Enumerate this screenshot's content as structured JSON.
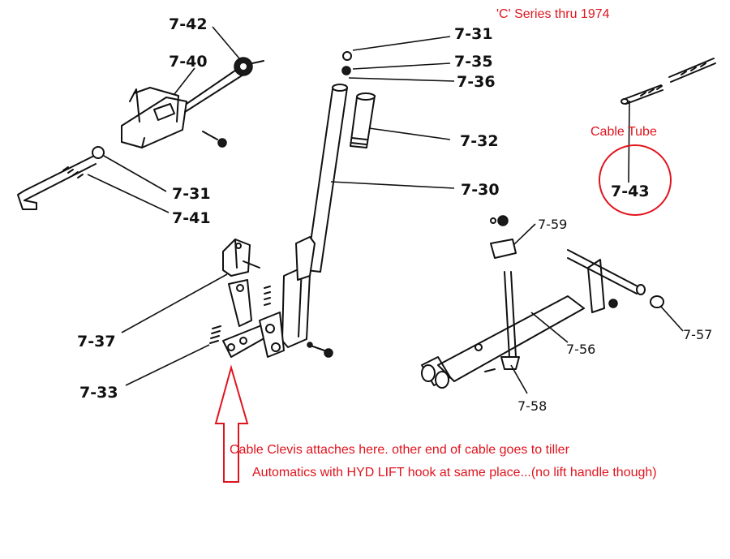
{
  "notes": {
    "series": "'C' Series thru 1974",
    "cable_tube": "Cable Tube",
    "clevis_line1": "Cable Clevis attaches here.  other end of cable goes to tiller",
    "clevis_line2": "Automatics with HYD LIFT hook at same place...(no lift handle though)"
  },
  "part_labels": {
    "p7_42": "7-42",
    "p7_40": "7-40",
    "p7_31_top": "7-31",
    "p7_35": "7-35",
    "p7_36": "7-36",
    "p7_32": "7-32",
    "p7_30": "7-30",
    "p7_31_left": "7-31",
    "p7_41": "7-41",
    "p7_43": "7-43",
    "p7_59": "7-59",
    "p7_56": "7-56",
    "p7_57": "7-57",
    "p7_58": "7-58",
    "p7_37": "7-37",
    "p7_33": "7-33"
  },
  "colors": {
    "annotation_red": "#e0141e",
    "line_black": "#111111"
  }
}
